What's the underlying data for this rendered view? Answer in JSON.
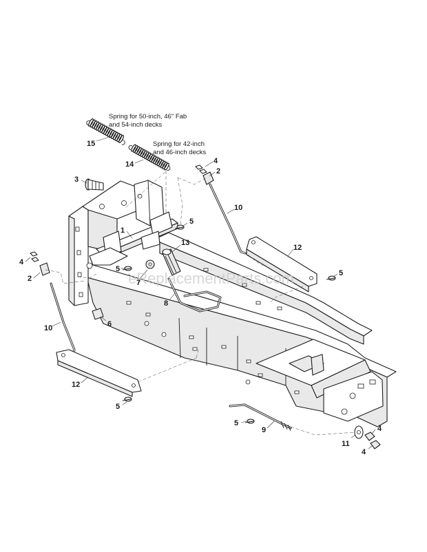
{
  "diagram": {
    "watermark": "eReplacementParts.com",
    "notes": [
      {
        "id": "note-15a",
        "text": "Spring for 50-inch, 46\" Fab"
      },
      {
        "id": "note-15b",
        "text": "and 54-inch decks"
      },
      {
        "id": "note-14a",
        "text": "Spring for 42-inch"
      },
      {
        "id": "note-14b",
        "text": "and 46-inch decks"
      }
    ],
    "callouts": [
      {
        "id": "c15",
        "label": "15"
      },
      {
        "id": "c14",
        "label": "14"
      },
      {
        "id": "c3",
        "label": "3"
      },
      {
        "id": "c1",
        "label": "1"
      },
      {
        "id": "c5a",
        "label": "5"
      },
      {
        "id": "c4a",
        "label": "4"
      },
      {
        "id": "c2a",
        "label": "2"
      },
      {
        "id": "c10a",
        "label": "10"
      },
      {
        "id": "c13",
        "label": "13"
      },
      {
        "id": "c12a",
        "label": "12"
      },
      {
        "id": "c5b",
        "label": "5"
      },
      {
        "id": "c7",
        "label": "7"
      },
      {
        "id": "c5c",
        "label": "5"
      },
      {
        "id": "c4b",
        "label": "4"
      },
      {
        "id": "c2b",
        "label": "2"
      },
      {
        "id": "c8",
        "label": "8"
      },
      {
        "id": "c6",
        "label": "6"
      },
      {
        "id": "c10b",
        "label": "10"
      },
      {
        "id": "c12b",
        "label": "12"
      },
      {
        "id": "c5d",
        "label": "5"
      },
      {
        "id": "c5e",
        "label": "5"
      },
      {
        "id": "c9",
        "label": "9"
      },
      {
        "id": "c4c",
        "label": "4"
      },
      {
        "id": "c11",
        "label": "11"
      },
      {
        "id": "c4d",
        "label": "4"
      }
    ]
  }
}
